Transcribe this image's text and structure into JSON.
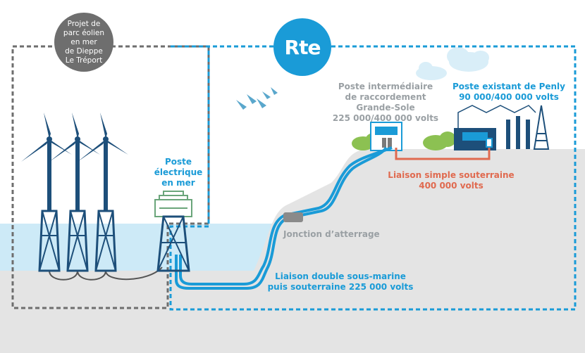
{
  "project_bubble": "Projet de\nparc éolien\nen mer\nde Dieppe\nLe Tréport",
  "logo_text": "Rte",
  "labels": {
    "offshore_substation": "Poste\nélectrique\nen mer",
    "intermediate_substation": "Poste intermédiaire\nde raccordement\nGrande-Sole\n225 000/400 000 volts",
    "existing_substation": "Poste existant de Penly\n90 000/400 000 volts",
    "single_underground_link": "Liaison simple souterraine\n400 000 volts",
    "landing_junction": "Jonction d’atterrage",
    "double_link": "Liaison double sous-marine\npuis souterraine 225 000 volts"
  },
  "colors": {
    "rte_blue": "#1a9bd7",
    "turbine_navy": "#1d4f7a",
    "offshore_green": "#6aa57a",
    "land_grey": "#e4e4e4",
    "sea": "#cdeaf7",
    "red_link": "#e06a4f",
    "project_grey": "#6e6e6e"
  }
}
